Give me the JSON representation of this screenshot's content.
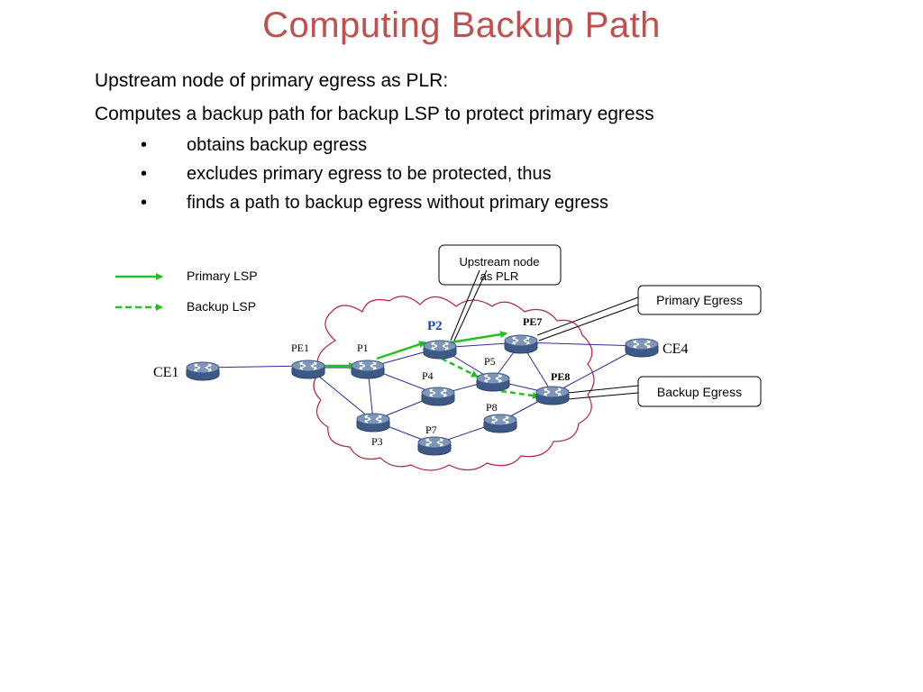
{
  "slide": {
    "title": "Computing Backup Path",
    "lines": [
      "Upstream node of primary egress as PLR:",
      "Computes a backup path for backup LSP to protect primary egress"
    ],
    "bullet_char": "•",
    "bullets": [
      "obtains backup egress",
      "excludes primary egress to be protected, thus",
      "finds a path to backup egress without primary egress"
    ]
  },
  "legend": {
    "primary_label": "Primary LSP",
    "backup_label": "Backup LSP",
    "primary_color": "#22c022",
    "backup_color": "#22c022"
  },
  "callouts": {
    "plr_line1": "Upstream node",
    "plr_line2": "as PLR",
    "primary_egress": "Primary Egress",
    "backup_egress": "Backup Egress"
  },
  "nodes": {
    "ce1": "CE1",
    "ce4": "CE4",
    "pe1": "PE1",
    "p1": "P1",
    "p2": "P2",
    "pe7": "PE7",
    "p5": "P5",
    "p4": "P4",
    "pe8": "PE8",
    "p8": "P8",
    "p3": "P3",
    "p7": "P7"
  },
  "colors": {
    "title": "#c0504d",
    "cloud_stroke": "#b5253a",
    "link": "#2a2aa0",
    "router_top": "#7f96b8",
    "router_body": "#3d5a86",
    "p2_label": "#1f3fbf"
  }
}
